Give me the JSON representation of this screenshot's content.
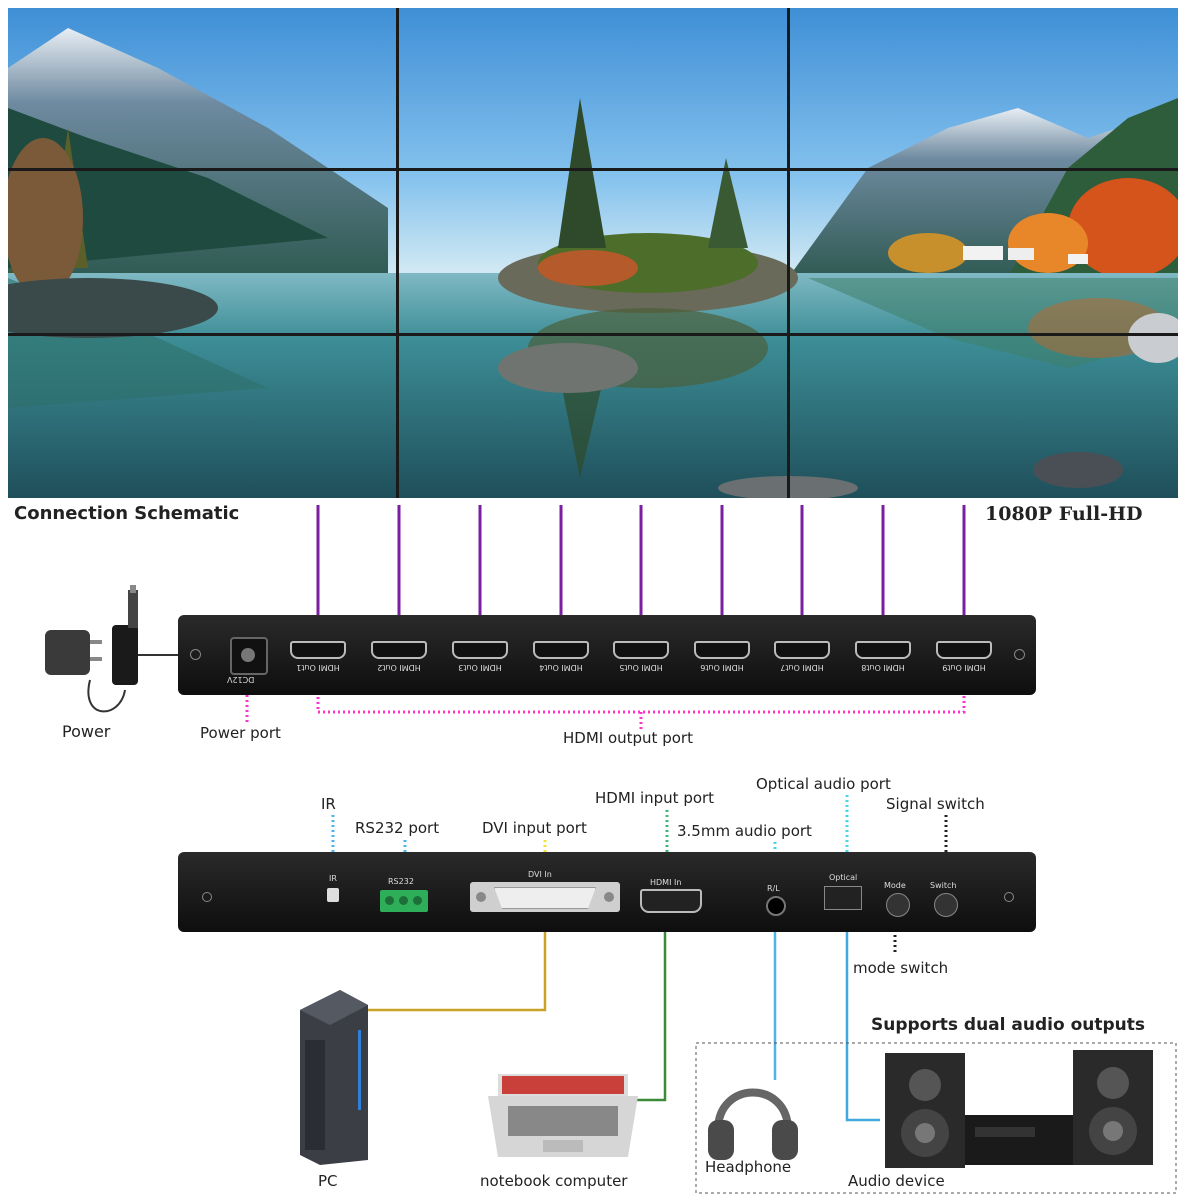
{
  "heading": "Connection Schematic",
  "resolution": "1080P Full-HD",
  "output_box": {
    "ports": [
      "HDMI Out1",
      "HDMI Out2",
      "HDMI Out3",
      "HDMI Out4",
      "HDMI Out5",
      "HDMI Out6",
      "HDMI Out7",
      "HDMI Out8",
      "HDMI Out9"
    ],
    "dc_label": "DC12V"
  },
  "input_box": {
    "ir_label": "IR",
    "rs232_label": "RS232",
    "dvi_label": "DVI In",
    "hdmi_label": "HDMI In",
    "audio_label": "R/L",
    "optical_label": "Optical",
    "mode_label": "Mode",
    "switch_label": "Switch"
  },
  "callouts": {
    "power": "Power",
    "power_port": "Power port",
    "hdmi_output_port": "HDMI output port",
    "ir": "IR",
    "rs232_port": "RS232 port",
    "dvi_input_port": "DVI input port",
    "hdmi_input_port": "HDMI input port",
    "audio_35_port": "3.5mm audio port",
    "optical_audio_port": "Optical audio port",
    "signal_switch": "Signal switch",
    "mode_switch": "mode switch",
    "dual_audio": "Supports dual audio outputs"
  },
  "devices": {
    "pc": "PC",
    "notebook": "notebook computer",
    "headphone": "Headphone",
    "audio_device": "Audio device"
  },
  "colors": {
    "output_line": "#7b1fa2",
    "callout_magenta": "#ff33cc",
    "dvi_cable": "#c9a227",
    "hdmi_cable": "#3a8a3a",
    "headphone_cable": "#4fb3e8",
    "optical_cable": "#3fa9e0",
    "rs232_dots": "#4fb3e8",
    "ir_dots": "#4fb3e8",
    "dvi_dots": "#f2e233",
    "hdmi_in_dots": "#3fb57a",
    "optical_dots": "#44d6e6"
  }
}
